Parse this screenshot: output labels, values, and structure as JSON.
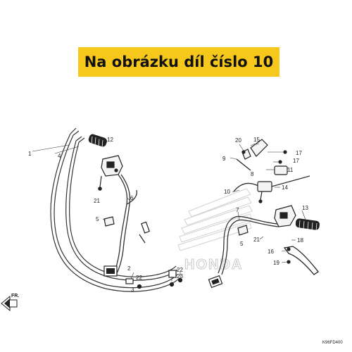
{
  "banner": {
    "text": "Na obrázku díl číslo 10",
    "background_color": "#f6c81b"
  },
  "diagram_code": "K96FD400",
  "direction_label": "FR.",
  "watermark": {
    "brand": "HONDA"
  },
  "part_labels": {
    "p1": "1",
    "p2": "2",
    "p3": "3",
    "p4": "4",
    "p5a": "5",
    "p5b": "5",
    "p6": "6",
    "p7": "7",
    "p8": "8",
    "p9": "9",
    "p10": "10",
    "p11": "11",
    "p12": "12",
    "p13": "13",
    "p14": "14",
    "p15": "15",
    "p16": "16",
    "p17a": "17",
    "p17b": "17",
    "p18": "18",
    "p19": "19",
    "p20": "20",
    "p21a": "21",
    "p21b": "21",
    "p22a": "22",
    "p22b": "22",
    "p23": "23"
  }
}
